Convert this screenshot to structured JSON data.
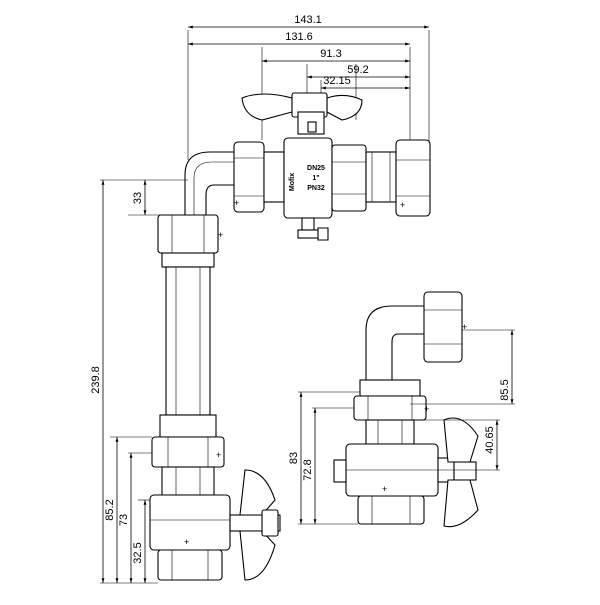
{
  "drawing": {
    "dimensions_top": {
      "d1": "143.1",
      "d2": "131.6",
      "d3": "91.3",
      "d4": "59.2",
      "d5": "32.15"
    },
    "dimensions_left": {
      "d33": "33",
      "d239": "239.8",
      "d85": "85.2",
      "d73": "73",
      "d32": "32.5"
    },
    "dimensions_right": {
      "d85_5": "85.5",
      "d40": "40.65",
      "d83": "83",
      "d72": "72.8"
    },
    "valve_label": {
      "brand": "Mofix",
      "size": "DN25",
      "thread": "1\"",
      "pressure": "PN32"
    }
  }
}
